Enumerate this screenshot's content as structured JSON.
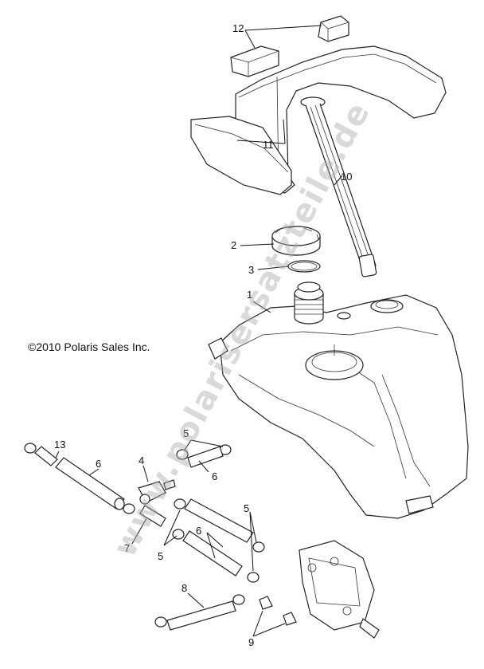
{
  "diagram": {
    "copyright": "©2010  Polaris Sales Inc.",
    "watermark": "www.polarisersatzteile.de",
    "callouts": [
      "12",
      "11",
      "10",
      "2",
      "3",
      "1",
      "13",
      "5",
      "4",
      "6",
      "6",
      "7",
      "5",
      "5",
      "6",
      "8",
      "9"
    ],
    "parts": [
      "fuel-tank",
      "fuel-cap",
      "cap-gasket",
      "fuel-level-sender",
      "tank-pads",
      "tank-strap",
      "fuel-valve",
      "fuel-hose",
      "hose-clamp",
      "fitting",
      "fuel-pump"
    ]
  }
}
